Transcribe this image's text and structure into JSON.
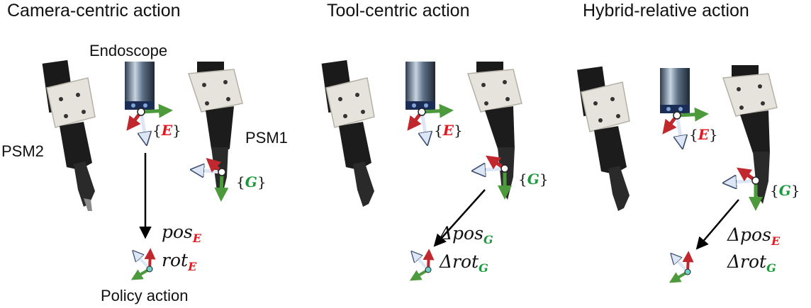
{
  "panels": [
    {
      "title": "Camera-centric action",
      "pos_text": "pos",
      "pos_sub": "E",
      "rot_text": "rot",
      "rot_sub": "E"
    },
    {
      "title": "Tool-centric action",
      "pos_text": "Δpos",
      "pos_sub": "G",
      "rot_text": "Δrot",
      "rot_sub": "G"
    },
    {
      "title": "Hybrid-relative action",
      "pos_text": "Δpos",
      "pos_sub": "E",
      "rot_text": "Δrot",
      "rot_sub": "G"
    }
  ],
  "labels": {
    "endoscope": "Endoscope",
    "psm1": "PSM1",
    "psm2": "PSM2",
    "policy_action": "Policy action"
  },
  "frames": {
    "camera": {
      "open": "{",
      "letter": "E",
      "close": "}"
    },
    "gripper": {
      "open": "{",
      "letter": "G",
      "close": "}"
    }
  },
  "colors": {
    "red": "#e3161d",
    "green": "#1a9a3a",
    "axis_red": "#c0282e",
    "axis_green": "#4c9a3c",
    "axis_blue": "#a9bde0",
    "origin": "#6fd0c8",
    "arm": "#1a1a1a",
    "mount": "#e6e3dd"
  }
}
